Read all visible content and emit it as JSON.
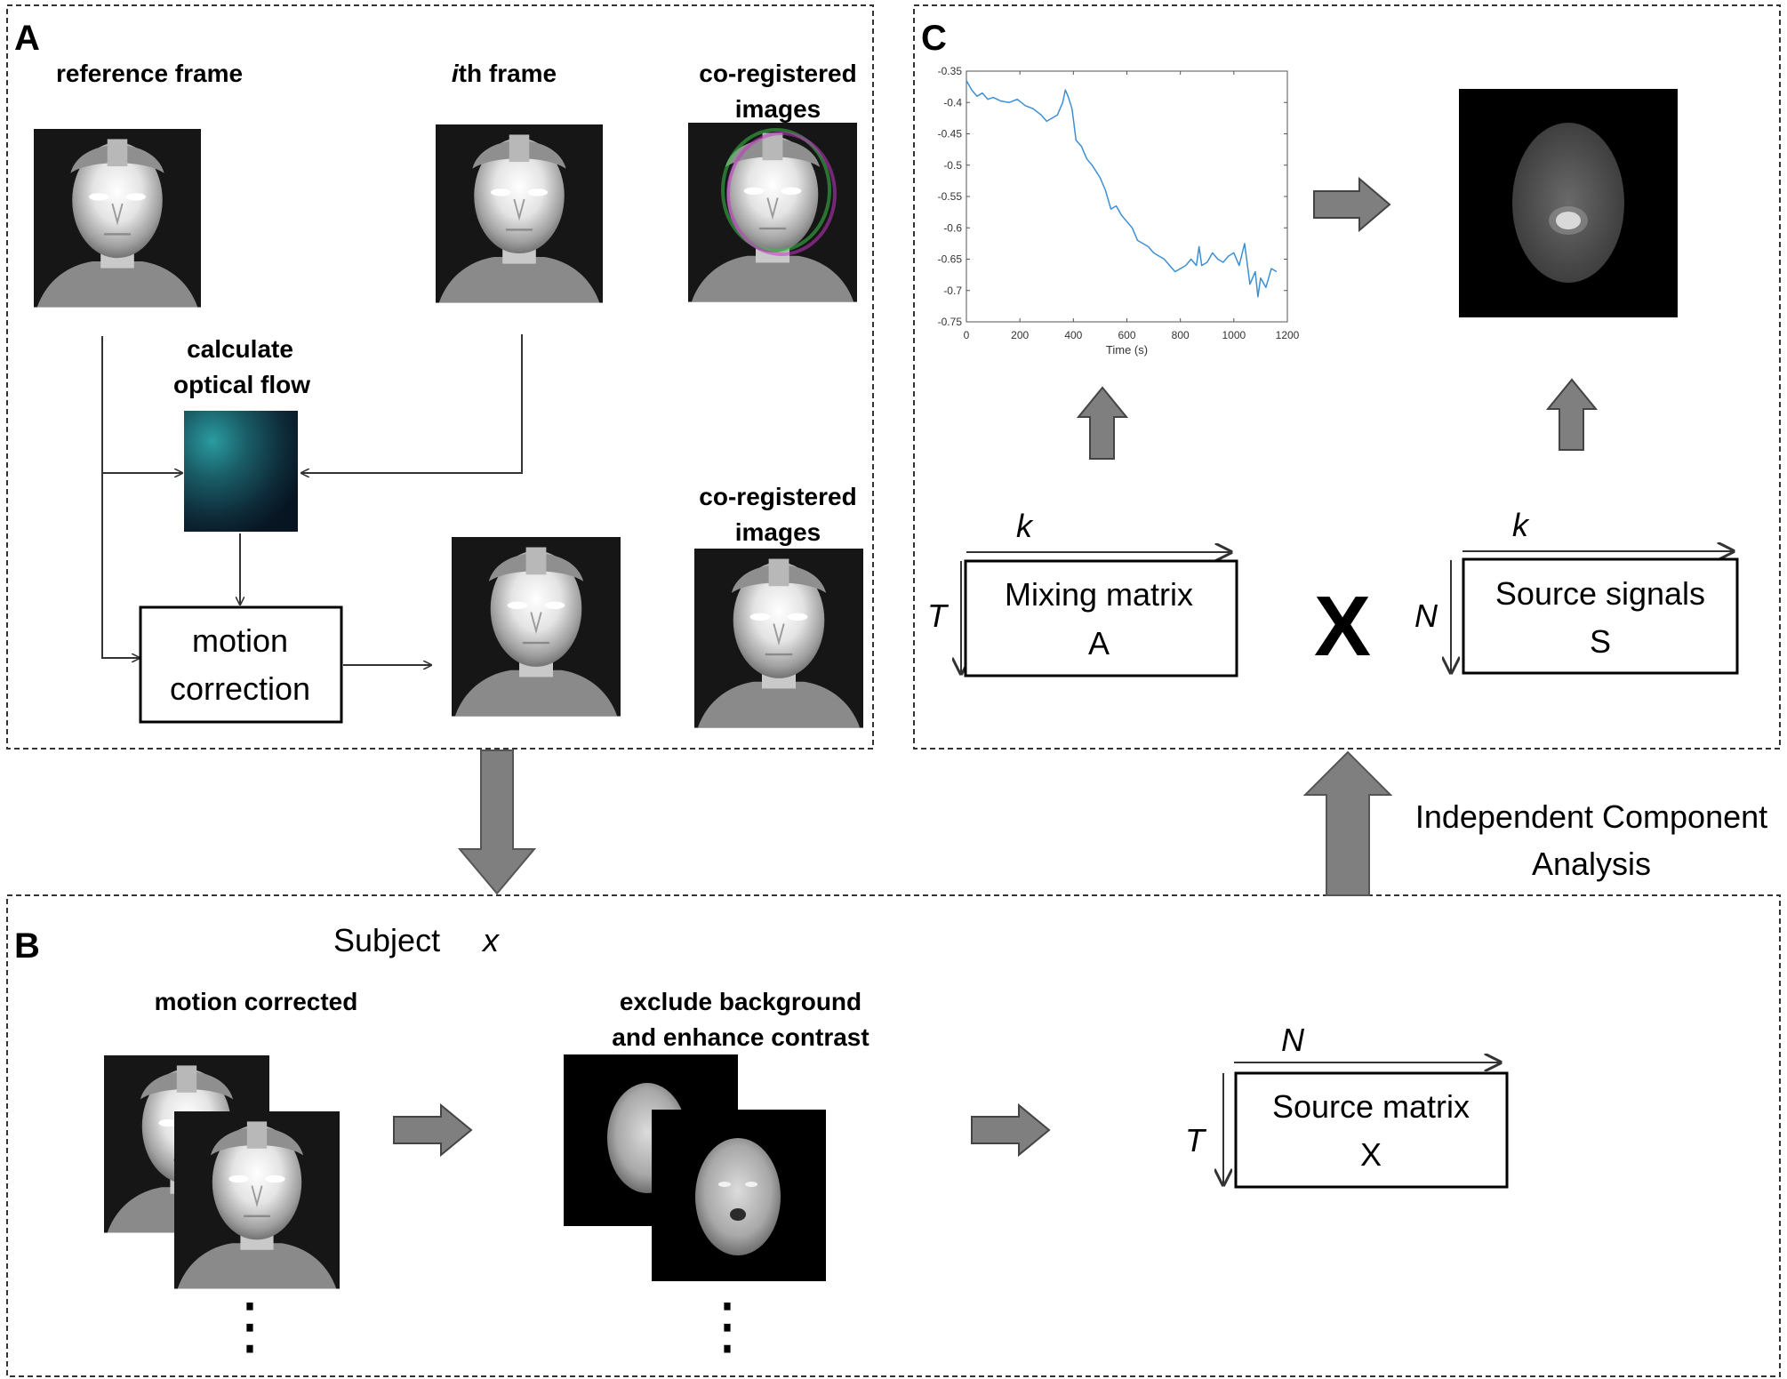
{
  "panel_a": {
    "letter": "A",
    "reference_frame": "reference frame",
    "ith_italic": "i",
    "ith_rest": "th frame",
    "coreg1_line1": "co-registered",
    "coreg1_line2": "images",
    "optical_flow_line1": "calculate",
    "optical_flow_line2": "optical flow",
    "motion_line1": "motion",
    "motion_line2": "correction",
    "coreg2_line1": "co-registered",
    "coreg2_line2": "images"
  },
  "panel_b": {
    "letter": "B",
    "subject_label": "Subject",
    "subject_var": "x",
    "motion_corrected": "motion corrected",
    "exclude_line1": "exclude background",
    "exclude_line2": "and enhance contrast",
    "ellipsis": "⋮",
    "source_matrix_line1": "Source matrix",
    "source_matrix_line2": "X",
    "dim_horizontal": "N",
    "dim_vertical": "T"
  },
  "panel_c": {
    "letter": "C",
    "mixing_line1": "Mixing matrix",
    "mixing_line2": "A",
    "mixing_dim_h": "k",
    "mixing_dim_v": "T",
    "times": "X",
    "source_line1": "Source signals",
    "source_line2": "S",
    "source_dim_h": "k",
    "source_dim_v": "N"
  },
  "ica_line1": "Independent Component",
  "ica_line2": "Analysis",
  "colors": {
    "border": "#333333",
    "block_arrow": "#7f7f7f",
    "plot_line": "#3d8fd4",
    "flow_teal": "#1b7c84"
  },
  "chart_data": {
    "type": "line",
    "title": "",
    "xlabel": "Time (s)",
    "ylabel": "",
    "xlim": [
      0,
      1200
    ],
    "ylim": [
      -0.75,
      -0.35
    ],
    "xticks": [
      0,
      200,
      400,
      600,
      800,
      1000,
      1200
    ],
    "yticks": [
      -0.35,
      -0.4,
      -0.45,
      -0.5,
      -0.55,
      -0.6,
      -0.65,
      -0.7,
      -0.75
    ],
    "series": [
      {
        "x": [
          0,
          20,
          40,
          60,
          80,
          100,
          130,
          160,
          190,
          220,
          250,
          280,
          300,
          320,
          340,
          360,
          370,
          380,
          395,
          410,
          430,
          450,
          470,
          500,
          520,
          540,
          560,
          580,
          600,
          620,
          640,
          660,
          680,
          700,
          720,
          740,
          760,
          780,
          800,
          820,
          840,
          860,
          870,
          880,
          900,
          920,
          940,
          960,
          980,
          1000,
          1020,
          1040,
          1060,
          1080,
          1090,
          1100,
          1120,
          1140,
          1160
        ],
        "y": [
          -0.365,
          -0.38,
          -0.39,
          -0.385,
          -0.395,
          -0.392,
          -0.398,
          -0.4,
          -0.395,
          -0.405,
          -0.41,
          -0.42,
          -0.43,
          -0.425,
          -0.42,
          -0.4,
          -0.38,
          -0.39,
          -0.41,
          -0.46,
          -0.47,
          -0.49,
          -0.5,
          -0.52,
          -0.54,
          -0.57,
          -0.565,
          -0.58,
          -0.59,
          -0.6,
          -0.62,
          -0.625,
          -0.63,
          -0.64,
          -0.645,
          -0.65,
          -0.66,
          -0.67,
          -0.665,
          -0.66,
          -0.65,
          -0.66,
          -0.63,
          -0.66,
          -0.655,
          -0.64,
          -0.65,
          -0.655,
          -0.645,
          -0.64,
          -0.66,
          -0.625,
          -0.69,
          -0.67,
          -0.71,
          -0.68,
          -0.695,
          -0.665,
          -0.67
        ]
      }
    ]
  }
}
